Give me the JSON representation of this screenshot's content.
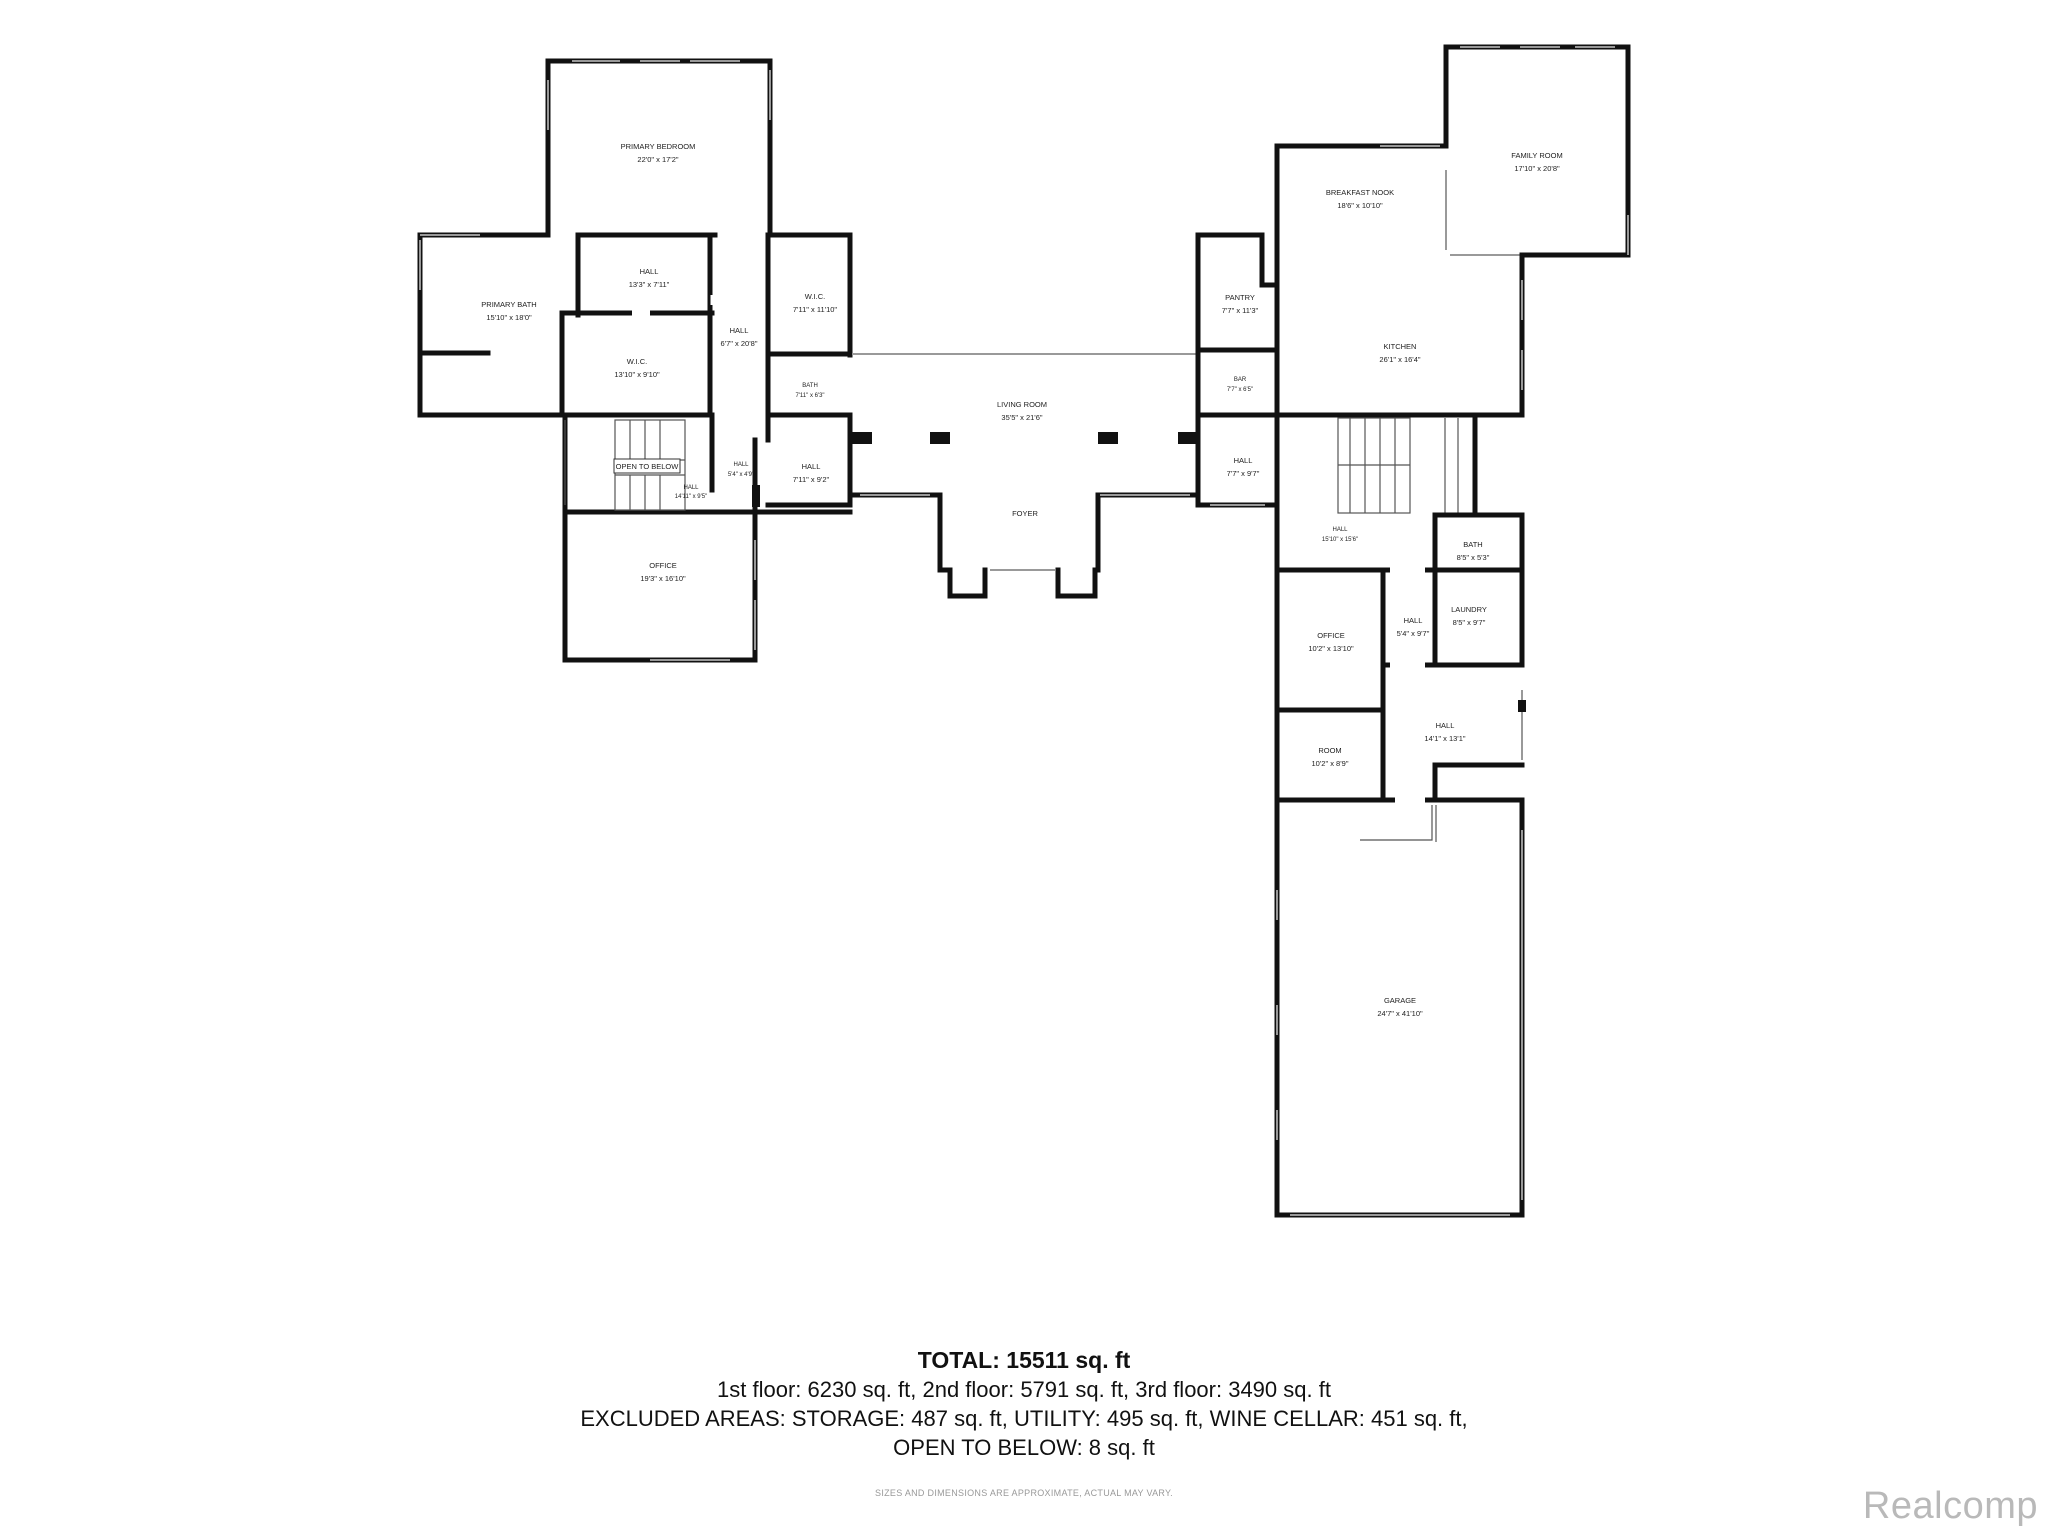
{
  "rooms": {
    "primary_bedroom": {
      "name": "PRIMARY BEDROOM",
      "dim": "22'0\" x 17'2\""
    },
    "primary_bath": {
      "name": "PRIMARY BATH",
      "dim": "15'10\" x 18'0\""
    },
    "hall_a": {
      "name": "HALL",
      "dim": "13'3\" x 7'11\""
    },
    "wic_a": {
      "name": "W.I.C.",
      "dim": "13'10\" x 9'10\""
    },
    "hall_b": {
      "name": "HALL",
      "dim": "6'7\" x 20'8\""
    },
    "wic_b": {
      "name": "W.I.C.",
      "dim": "7'11\" x 11'10\""
    },
    "bath_a": {
      "name": "BATH",
      "dim": "7'11\" x 6'3\""
    },
    "hall_c": {
      "name": "HALL",
      "dim": "7'11\" x 9'2\""
    },
    "hall_d": {
      "name": "HALL",
      "dim": "5'4\" x 4'9\""
    },
    "hall_e": {
      "name": "HALL",
      "dim": "14'11\" x 9'5\""
    },
    "open_to_below": {
      "name": "OPEN TO BELOW"
    },
    "office_a": {
      "name": "OFFICE",
      "dim": "19'3\" x 16'10\""
    },
    "living_room": {
      "name": "LIVING ROOM",
      "dim": "35'5\" x 21'6\""
    },
    "foyer": {
      "name": "FOYER"
    },
    "breakfast_nook": {
      "name": "BREAKFAST NOOK",
      "dim": "18'6\" x 10'10\""
    },
    "family_room": {
      "name": "FAMILY ROOM",
      "dim": "17'10\" x 20'8\""
    },
    "pantry": {
      "name": "PANTRY",
      "dim": "7'7\" x 11'3\""
    },
    "bar": {
      "name": "BAR",
      "dim": "7'7\" x 6'5\""
    },
    "kitchen": {
      "name": "KITCHEN",
      "dim": "26'1\" x 16'4\""
    },
    "hall_f": {
      "name": "HALL",
      "dim": "7'7\" x 9'7\""
    },
    "hall_g": {
      "name": "HALL",
      "dim": "15'10\" x 15'6\""
    },
    "bath_b": {
      "name": "BATH",
      "dim": "8'5\" x 5'3\""
    },
    "office_b": {
      "name": "OFFICE",
      "dim": "10'2\" x 13'10\""
    },
    "hall_h": {
      "name": "HALL",
      "dim": "5'4\" x 9'7\""
    },
    "laundry": {
      "name": "LAUNDRY",
      "dim": "8'5\" x 9'7\""
    },
    "room": {
      "name": "ROOM",
      "dim": "10'2\" x 8'9\""
    },
    "hall_i": {
      "name": "HALL",
      "dim": "14'1\" x 13'1\""
    },
    "garage": {
      "name": "GARAGE",
      "dim": "24'7\" x 41'10\""
    }
  },
  "summary": {
    "total": "TOTAL: 15511 sq. ft",
    "floors": "1st floor: 6230 sq. ft, 2nd floor: 5791 sq. ft, 3rd floor: 3490 sq. ft",
    "excluded": "EXCLUDED AREAS: STORAGE: 487 sq. ft, UTILITY: 495 sq. ft, WINE CELLAR: 451 sq. ft,",
    "open_below": "OPEN TO BELOW: 8 sq. ft"
  },
  "disclaimer": "SIZES AND DIMENSIONS ARE APPROXIMATE, ACTUAL MAY VARY.",
  "watermark": "Realcomp"
}
